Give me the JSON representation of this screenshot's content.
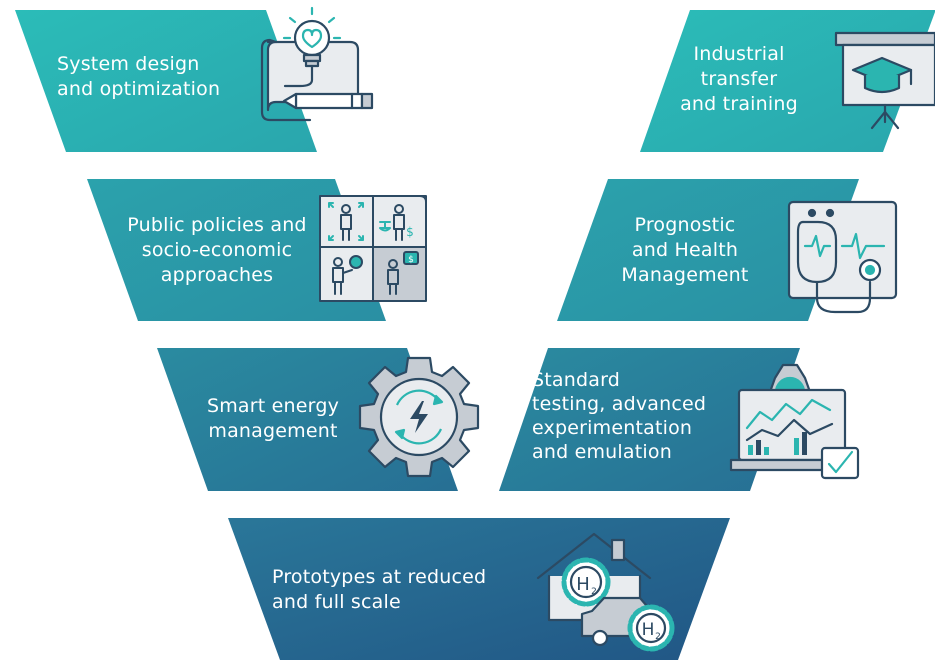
{
  "colors": {
    "row1": [
      "#2bbcb8",
      "#2aa6ad"
    ],
    "row2": [
      "#2ba2ac",
      "#2a8fa3"
    ],
    "row3": [
      "#2a8ba0",
      "#276f94"
    ],
    "row4": [
      "#2a7799",
      "#215685"
    ],
    "icon_stroke": "#2c4a63",
    "icon_accent": "#2bb5b0",
    "icon_fill_light": "#e9ecef",
    "icon_fill_mid": "#c6ccd3"
  },
  "panels": [
    {
      "id": "system-design",
      "label": "System design\nand optimization",
      "icon": "lightbulb-blueprint-icon"
    },
    {
      "id": "industrial-transfer",
      "label": "Industrial\ntransfer\nand training",
      "icon": "graduation-board-icon"
    },
    {
      "id": "public-policies",
      "label": "Public policies and\nsocio-economic\napproaches",
      "icon": "people-grid-icon"
    },
    {
      "id": "prognostic",
      "label": "Prognostic\nand Health\nManagement",
      "icon": "stethoscope-monitor-icon"
    },
    {
      "id": "smart-energy",
      "label": "Smart energy\nmanagement",
      "icon": "gear-lightning-icon"
    },
    {
      "id": "standard-testing",
      "label": "Standard\ntesting, advanced\nexperimentation\nand emulation",
      "icon": "laptop-chart-icon"
    },
    {
      "id": "prototypes",
      "label": "Prototypes at reduced\nand full scale",
      "icon": "house-car-hydrogen-icon"
    }
  ],
  "h2_label": "H",
  "h2_sub": "2",
  "dollar": "$"
}
